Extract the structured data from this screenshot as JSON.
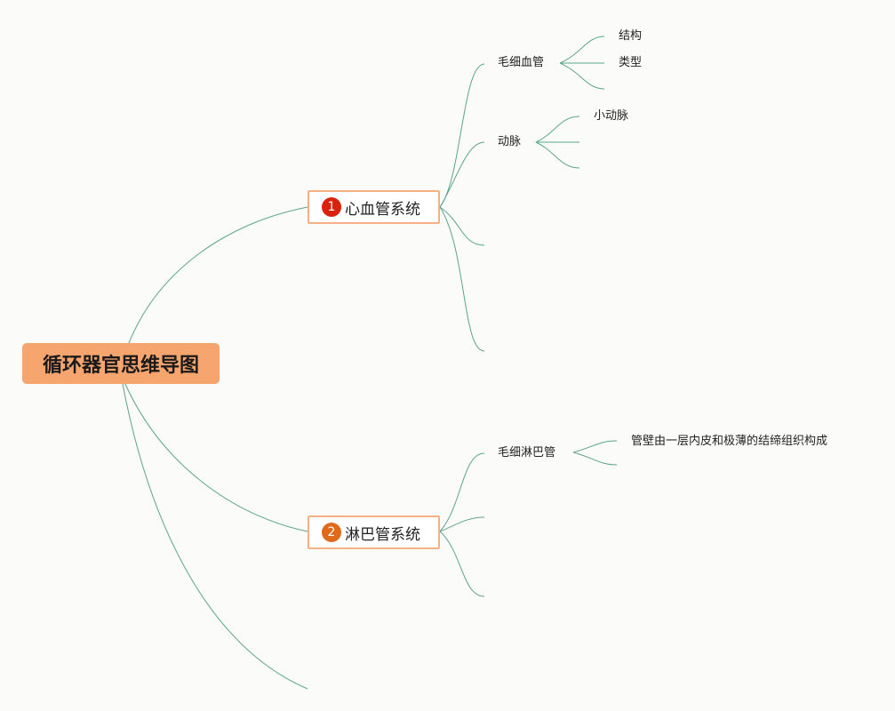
{
  "root": {
    "label": "循环器官思维导图"
  },
  "branches": [
    {
      "label": "心血管系统",
      "marker": "1",
      "marker_color": "#d9230f",
      "children": [
        {
          "label": "毛细血管",
          "children": [
            "结构",
            "类型"
          ]
        },
        {
          "label": "动脉",
          "children": [
            "小动脉"
          ]
        }
      ]
    },
    {
      "label": "淋巴管系统",
      "marker": "2",
      "marker_color": "#e06a1b",
      "children": [
        {
          "label": "毛细淋巴管",
          "children": [
            "管壁由一层内皮和极薄的结缔组织构成"
          ]
        }
      ]
    }
  ],
  "colors": {
    "connector": "#5aa58a",
    "root_fill": "#f7a56e",
    "main_border": "#f5b184"
  }
}
